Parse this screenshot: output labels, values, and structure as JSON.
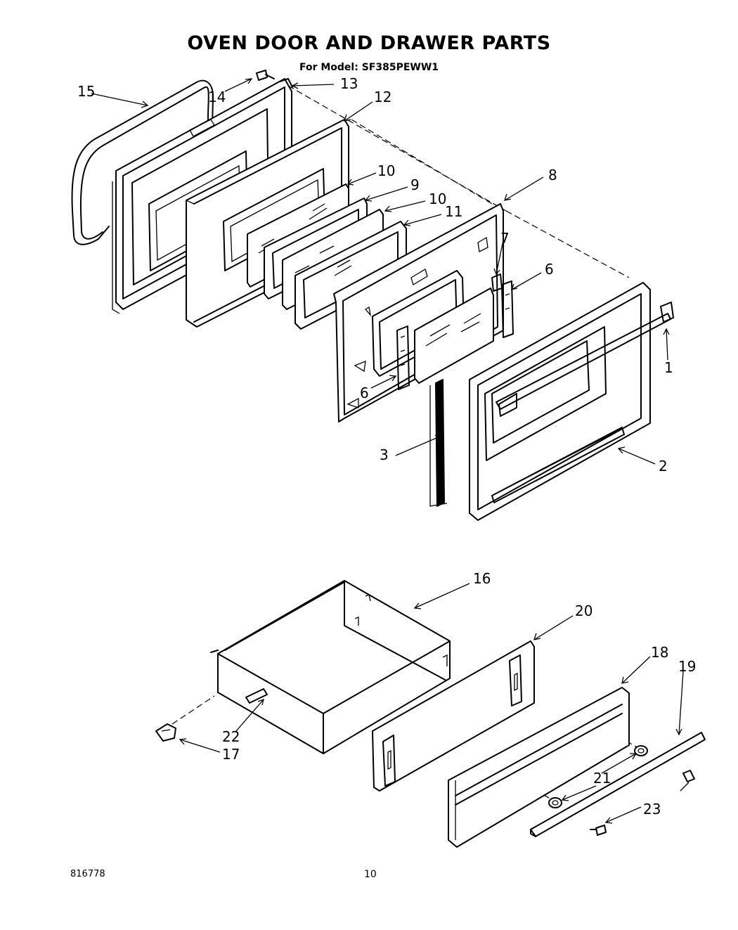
{
  "header": {
    "title": "OVEN DOOR AND DRAWER PARTS",
    "subtitle": "For Model: SF385PEWW1"
  },
  "callouts": {
    "c1": "1",
    "c2": "2",
    "c3": "3",
    "c6a": "6",
    "c6b": "6",
    "c7": "7",
    "c8": "8",
    "c9": "9",
    "c10a": "10",
    "c10b": "10",
    "c11": "11",
    "c12": "12",
    "c13": "13",
    "c14": "14",
    "c15": "15",
    "c16": "16",
    "c17": "17",
    "c18": "18",
    "c19": "19",
    "c20": "20",
    "c21": "21",
    "c22": "22",
    "c23": "23"
  },
  "footer": {
    "code": "816778",
    "page_number": "10"
  }
}
